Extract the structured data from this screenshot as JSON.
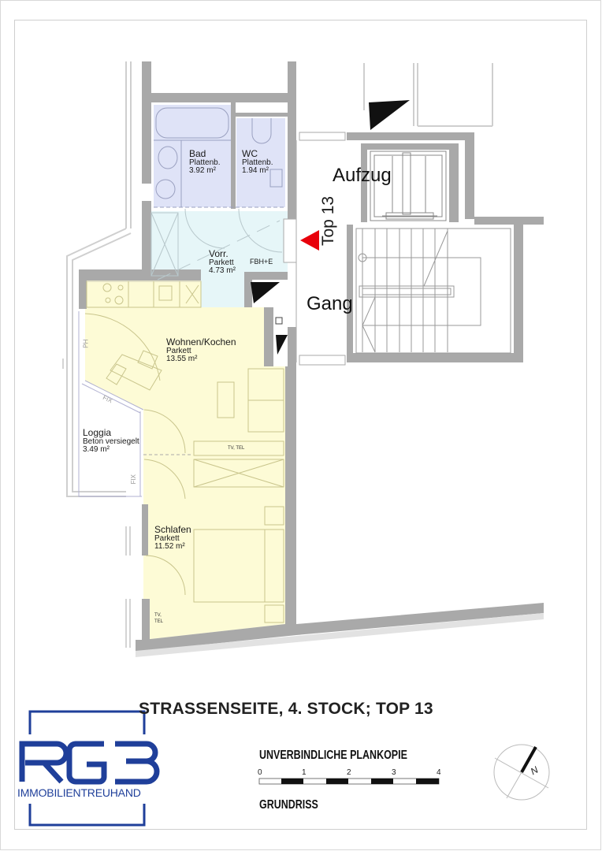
{
  "plan": {
    "title": "STRASSENSEITE, 4. STOCK; TOP 13",
    "subtitle": "UNVERBINDLICHE PLANKOPIE",
    "type_label": "GRUNDRISS",
    "scale": {
      "ticks": [
        "0",
        "1",
        "2",
        "3",
        "4"
      ],
      "unit": "m"
    },
    "north_label": "N"
  },
  "logo": {
    "mark": "RG3",
    "tagline": "IMMOBILIENTREUHAND",
    "color": "#1f3f9a"
  },
  "rooms": [
    {
      "name": "Bad",
      "floor": "Plattenb.",
      "area": "3.92 m²",
      "color": "#dfe3f7"
    },
    {
      "name": "WC",
      "floor": "Plattenb.",
      "area": "1.94 m²",
      "color": "#dfe3f7"
    },
    {
      "name": "Vorr.",
      "floor": "Parkett",
      "area": "4.73 m²",
      "color": "#e6f6f8",
      "note": "FBH+E"
    },
    {
      "name": "Wohnen/Kochen",
      "floor": "Parkett",
      "area": "13.55 m²",
      "color": "#fdfbd6"
    },
    {
      "name": "Loggia",
      "floor": "Beton versiegelt",
      "area": "3.49 m²",
      "color": "#ffffff"
    },
    {
      "name": "Schlafen",
      "floor": "Parkett",
      "area": "11.52 m²",
      "color": "#fdfbd6"
    }
  ],
  "common_areas": {
    "elevator": "Aufzug",
    "corridor": "Gang",
    "unit_label": "Top 13",
    "entrance_marker_color": "#e8000b"
  },
  "annotations": {
    "tv_tel_living": "TV, TEL",
    "tv_tel_bedroom_1": "TV,",
    "tv_tel_bedroom_2": "TEL",
    "fix_1": "FIX",
    "fix_2": "FIX",
    "ph": "PH"
  },
  "colors": {
    "wall": "#a9a9a9",
    "wall_light": "#dcdcdc",
    "line": "#8c8c8c"
  }
}
